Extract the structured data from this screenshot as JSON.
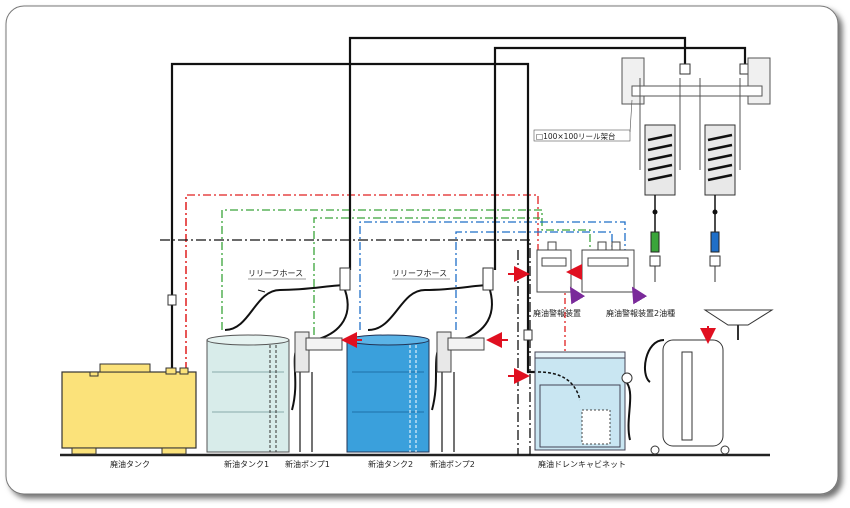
{
  "labels": {
    "waste_oil_tank": "廃油タンク",
    "new_oil_tank_1": "新油タンク1",
    "new_oil_pump_1": "新油ポンプ1",
    "new_oil_tank_2": "新油タンク2",
    "new_oil_pump_2": "新油ポンプ2",
    "drain_cabinet": "廃油ドレンキャビネット",
    "relief_hose_1": "リリーフホース",
    "relief_hose_2": "リリーフホース",
    "reel_stand": "□100×100リール架台",
    "alarm_device": "廃油警報装置",
    "alarm_device_2oil": "廃油警報装置2油種"
  },
  "colors": {
    "frame_shadow": "#3a3a3a",
    "pipe": "#111111",
    "red_line": "#e02020",
    "green_line": "#3aa53a",
    "blue_line": "#1f6fc8",
    "arrow_purple": "#7a2a9a",
    "arrow_red": "#e01020",
    "waste_tank_fill": "#fbe27a",
    "new_tank1_fill": "#d8ecea",
    "new_tank2_fill": "#3aa0dc",
    "cabinet_fill": "#c9e6f2"
  }
}
